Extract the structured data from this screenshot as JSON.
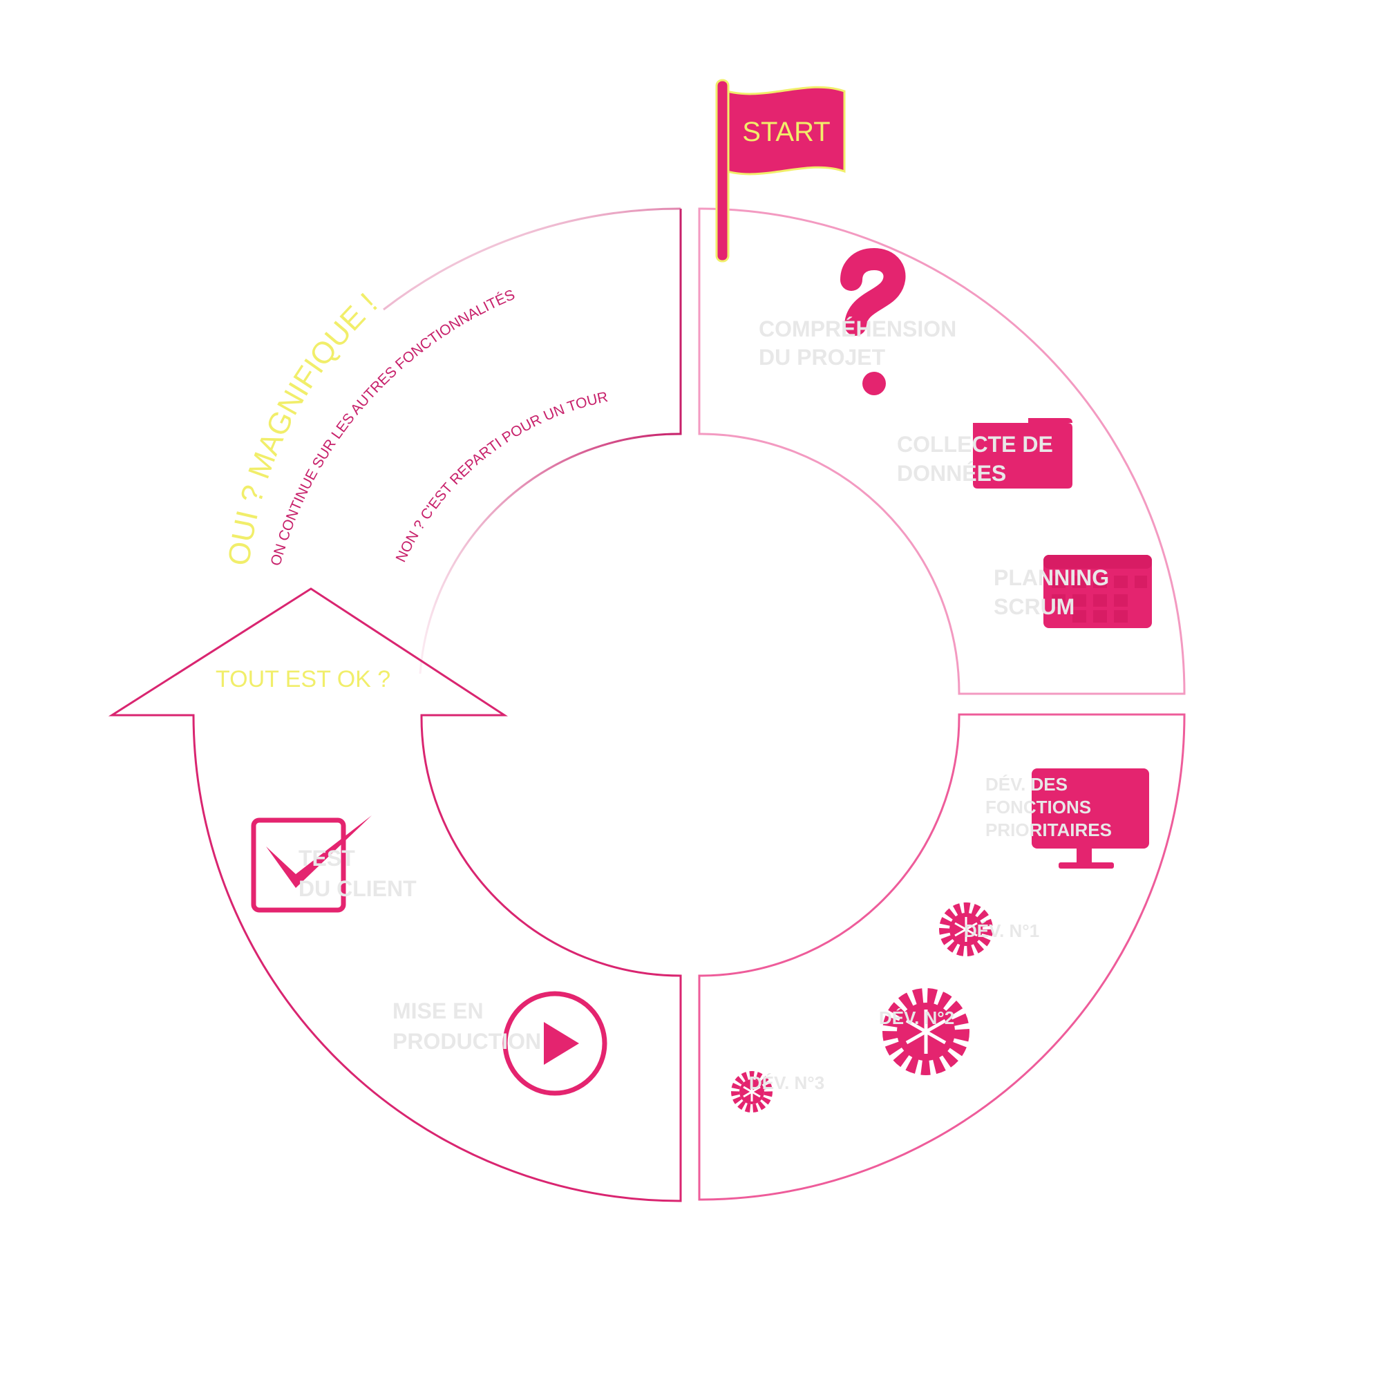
{
  "start_flag": {
    "label": "START"
  },
  "steps": {
    "comprehension": [
      "COMPRÉHENSION",
      "DU PROJET"
    ],
    "collecte": [
      "COLLECTE DE",
      "DONNÉES"
    ],
    "planning": [
      "PLANNING",
      "SCRUM"
    ],
    "dev_fonctions": [
      "DÉV. DES",
      "FONCTIONS",
      "PRIORITAIRES"
    ],
    "dev1": "DÉV. N°1",
    "dev2": "DÉV. N°2",
    "dev3": "DÉV. N°3",
    "mise_en_production": [
      "MISE EN",
      "PRODUCTION"
    ],
    "test_client": [
      "TEST",
      "DU CLIENT"
    ],
    "tout_est_ok": "TOUT EST OK ?"
  },
  "loop_text": {
    "oui": "OUI ? MAGNIFIQUE !",
    "oui_sub": "ON CONTINUE SUR LES AUTRES FONCTIONNALITÉS",
    "non": "NON ? C'EST REPARTI POUR UN TOUR"
  },
  "colors": {
    "magenta": "#e4246f",
    "dark_pink": "#c7206a",
    "light_pink": "#f39ac1",
    "yellow": "#f1ee6a",
    "label_grey": "#e8e8e8"
  }
}
